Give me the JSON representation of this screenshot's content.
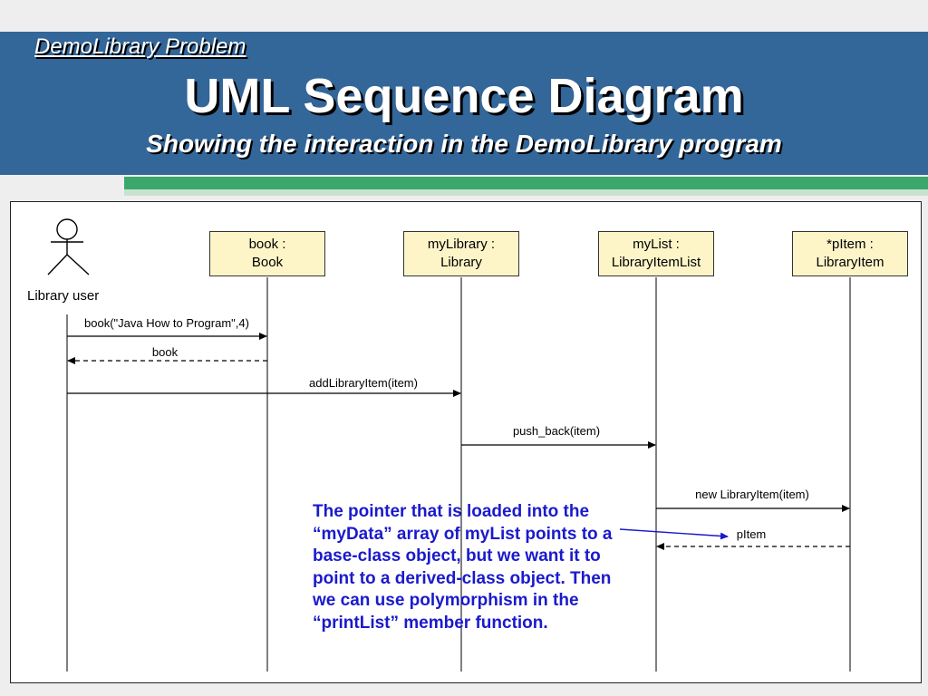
{
  "header": {
    "section_title": "DemoLibrary Problem",
    "title": "UML Sequence Diagram",
    "subtitle": "Showing the interaction in the DemoLibrary program"
  },
  "diagram": {
    "actor": {
      "label": "Library user"
    },
    "objects": [
      {
        "line1": "book :",
        "line2": "Book"
      },
      {
        "line1": "myLibrary :",
        "line2": "Library"
      },
      {
        "line1": "myList :",
        "line2": "LibraryItemList"
      },
      {
        "line1": "*pItem :",
        "line2": "LibraryItem"
      }
    ],
    "messages": [
      {
        "label": "book(\"Java How to Program\",4)",
        "from": "actor",
        "to": "book",
        "style": "solid"
      },
      {
        "label": "book",
        "from": "book",
        "to": "actor",
        "style": "dashed"
      },
      {
        "label": "addLibraryItem(item)",
        "from": "actor",
        "to": "myLibrary",
        "style": "solid"
      },
      {
        "label": "push_back(item)",
        "from": "myLibrary",
        "to": "myList",
        "style": "solid"
      },
      {
        "label": "new LibraryItem(item)",
        "from": "myList",
        "to": "pItem",
        "style": "solid"
      },
      {
        "label": "pItem",
        "from": "pItem",
        "to": "myList",
        "style": "dashed"
      }
    ],
    "note": "The pointer that is loaded into the “myData” array of myList points to a base-class object, but we want it to point to a derived-class object. Then we can use polymorphism in the “printList” member function."
  },
  "colors": {
    "header_bg": "#336699",
    "accent_green": "#3aa86a",
    "object_fill": "#fdf5c8",
    "note_text": "#1a1acc"
  }
}
